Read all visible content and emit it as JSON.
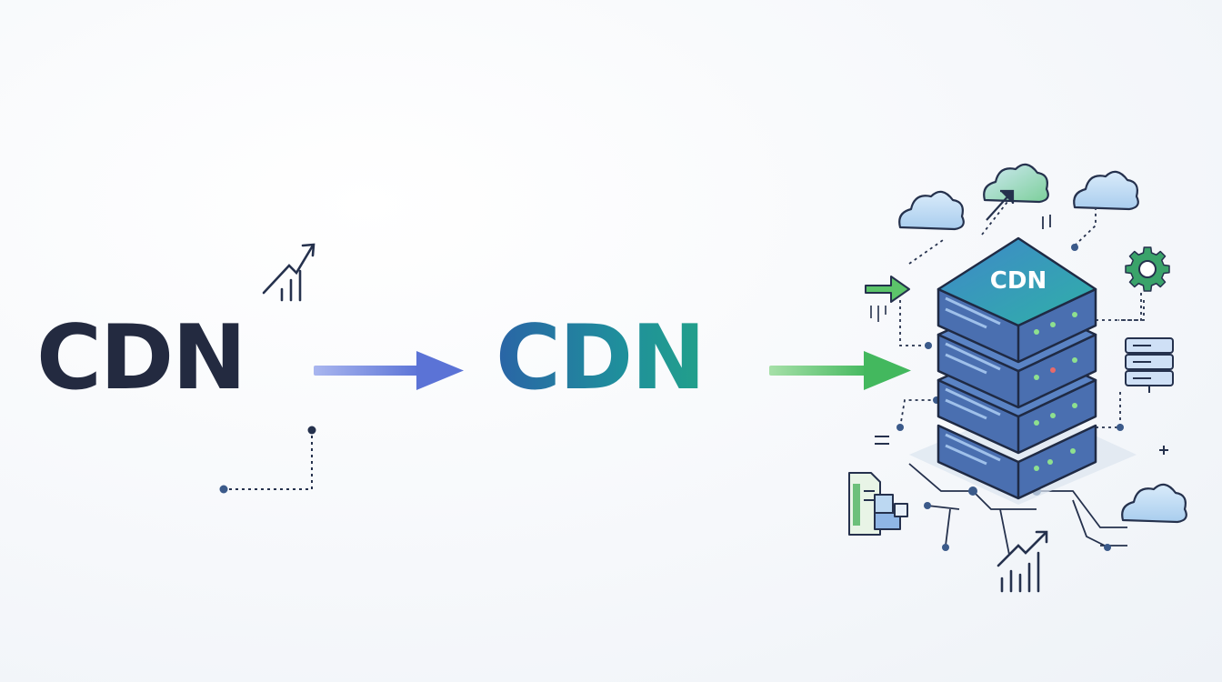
{
  "diagram": {
    "source_label": "CDN",
    "middle_label": "CDN",
    "server_label": "CDN"
  },
  "colors": {
    "dark_navy": "#232a40",
    "blue_arrow": "#5b73d6",
    "green_arrow": "#5cc46a",
    "teal": "#1f8f9c",
    "server_blue": "#4a6fb0",
    "cloud_blue": "#bcd8f2",
    "gear_green": "#3aa36a"
  },
  "icons": [
    "trend-up-icon",
    "cloud-icon",
    "gear-icon",
    "server-rack-icon",
    "document-icon",
    "bar-chart-icon",
    "arrow-icon"
  ]
}
